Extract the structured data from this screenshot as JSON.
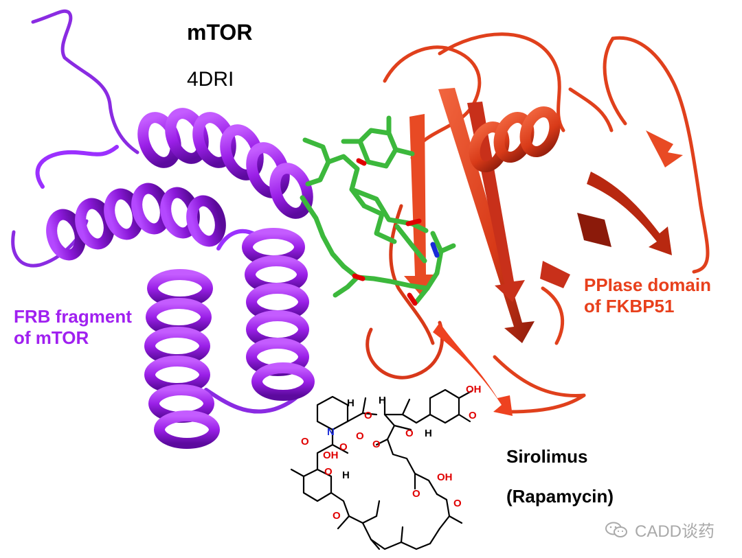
{
  "labels": {
    "title": "mTOR",
    "pdb_id": "4DRI",
    "frb_line1": "FRB fragment",
    "frb_line2": "of mTOR",
    "ppiase_line1": "PPIase domain",
    "ppiase_line2": "of FKBP51",
    "drug_line1": "Sirolimus",
    "drug_line2": "(Rapamycin)",
    "watermark": "CADD谈药"
  },
  "structure_labels": {
    "oh_1": "OH",
    "oh_2": "OH",
    "oh_3": "OH",
    "h_1": "H",
    "h_2": "H",
    "h_3": "H",
    "h_4": "H",
    "n": "N",
    "o_1": "O",
    "o_2": "O",
    "o_3": "O",
    "o_4": "O",
    "o_5": "O",
    "o_6": "O",
    "o_7": "O",
    "o_8": "O",
    "o_9": "O",
    "o_10": "O",
    "o_11": "O"
  },
  "colors": {
    "frb": "#a020f0",
    "frb_dark": "#6a0dad",
    "ppiase": "#e8401c",
    "ppiase_dark": "#8b1a0a",
    "ligand": "#3cb83c",
    "oxygen": "#e00000",
    "nitrogen": "#1a2bd8",
    "watermark": "#a9a9a9"
  },
  "icons": [
    "wechat-icon"
  ]
}
